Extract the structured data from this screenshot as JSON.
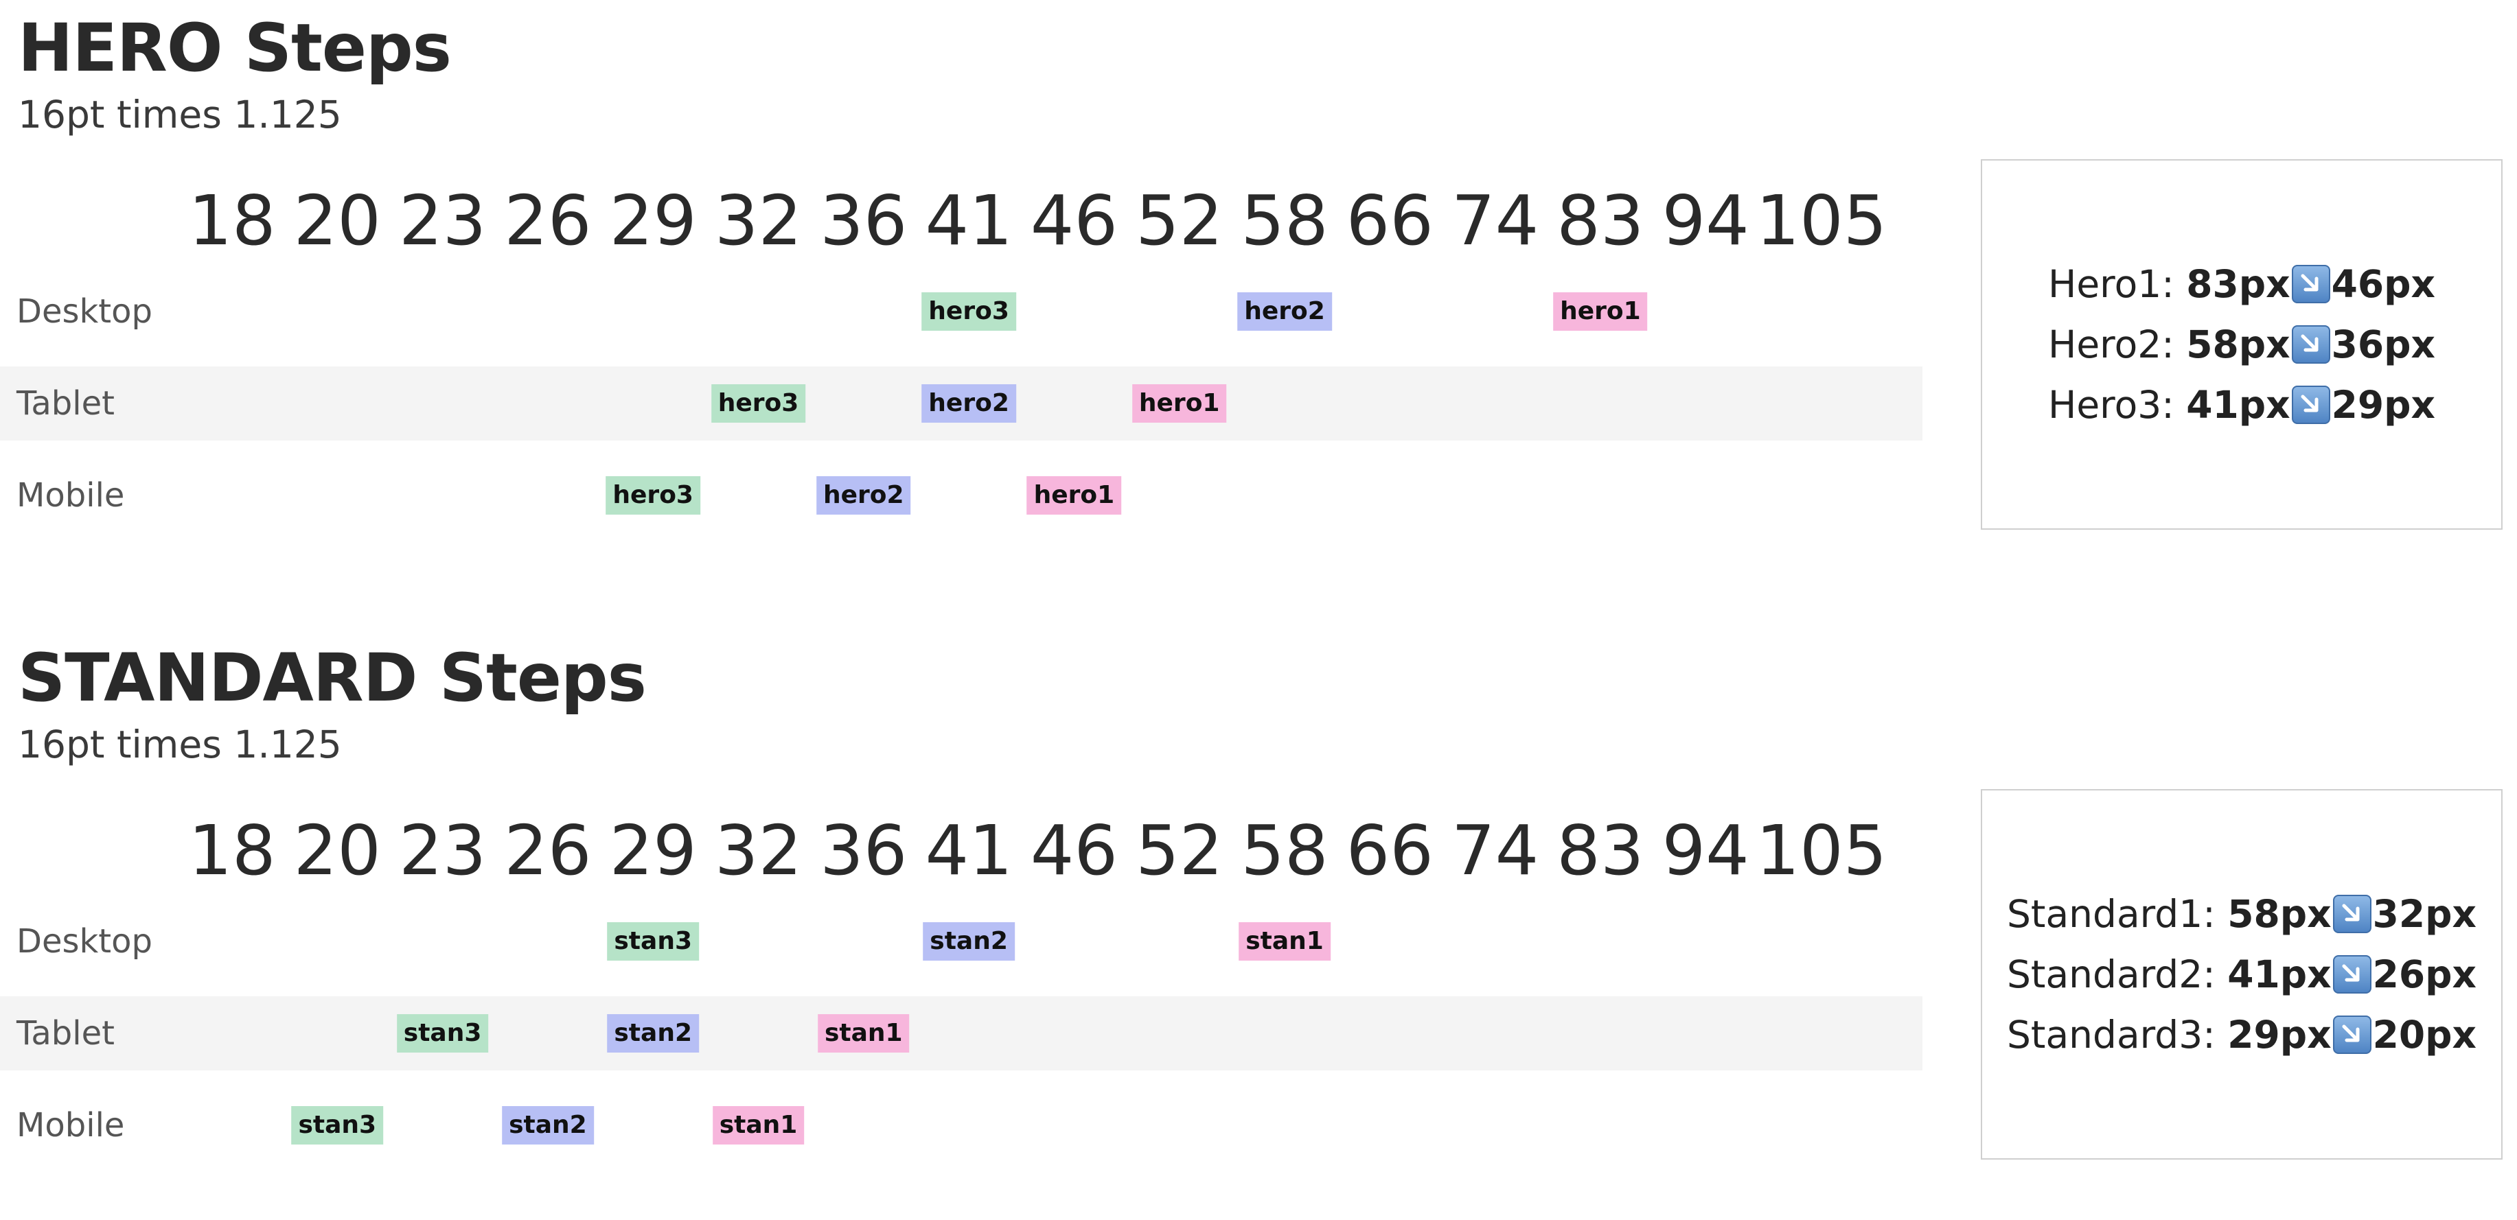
{
  "scale_values": [
    "18",
    "20",
    "23",
    "26",
    "29",
    "32",
    "36",
    "41",
    "46",
    "52",
    "58",
    "66",
    "74",
    "83",
    "94",
    "105"
  ],
  "devices": [
    "Desktop",
    "Tablet",
    "Mobile"
  ],
  "sections": [
    {
      "title": "HERO Steps",
      "subtitle": "16pt times 1.125",
      "rows": [
        {
          "device": "Desktop",
          "chips": [
            {
              "label": "hero3",
              "value": 41,
              "color": "#b6e3c8"
            },
            {
              "label": "hero2",
              "value": 58,
              "color": "#b7bff5"
            },
            {
              "label": "hero1",
              "value": 83,
              "color": "#f7b6dc"
            }
          ]
        },
        {
          "device": "Tablet",
          "chips": [
            {
              "label": "hero3",
              "value": 32,
              "color": "#b6e3c8"
            },
            {
              "label": "hero2",
              "value": 41,
              "color": "#b7bff5"
            },
            {
              "label": "hero1",
              "value": 52,
              "color": "#f7b6dc"
            }
          ]
        },
        {
          "device": "Mobile",
          "chips": [
            {
              "label": "hero3",
              "value": 29,
              "color": "#b6e3c8"
            },
            {
              "label": "hero2",
              "value": 36,
              "color": "#b7bff5"
            },
            {
              "label": "hero1",
              "value": 46,
              "color": "#f7b6dc"
            }
          ]
        }
      ],
      "summary": [
        {
          "label": "Hero1:",
          "from": "83px",
          "to": "46px"
        },
        {
          "label": "Hero2:",
          "from": "58px",
          "to": "36px"
        },
        {
          "label": "Hero3:",
          "from": "41px",
          "to": "29px"
        }
      ]
    },
    {
      "title": "STANDARD Steps",
      "subtitle": "16pt times 1.125",
      "rows": [
        {
          "device": "Desktop",
          "chips": [
            {
              "label": "stan3",
              "value": 29,
              "color": "#b6e3c8"
            },
            {
              "label": "stan2",
              "value": 41,
              "color": "#b7bff5"
            },
            {
              "label": "stan1",
              "value": 58,
              "color": "#f7b6dc"
            }
          ]
        },
        {
          "device": "Tablet",
          "chips": [
            {
              "label": "stan3",
              "value": 23,
              "color": "#b6e3c8"
            },
            {
              "label": "stan2",
              "value": 29,
              "color": "#b7bff5"
            },
            {
              "label": "stan1",
              "value": 36,
              "color": "#f7b6dc"
            }
          ]
        },
        {
          "device": "Mobile",
          "chips": [
            {
              "label": "stan3",
              "value": 20,
              "color": "#b6e3c8"
            },
            {
              "label": "stan2",
              "value": 26,
              "color": "#b7bff5"
            },
            {
              "label": "stan1",
              "value": 32,
              "color": "#f7b6dc"
            }
          ]
        }
      ],
      "summary": [
        {
          "label": "Standard1:",
          "from": "58px",
          "to": "32px"
        },
        {
          "label": "Standard2:",
          "from": "41px",
          "to": "26px"
        },
        {
          "label": "Standard3:",
          "from": "29px",
          "to": "20px"
        }
      ]
    }
  ],
  "icons": {
    "arrow": "down-right-arrow-icon"
  }
}
